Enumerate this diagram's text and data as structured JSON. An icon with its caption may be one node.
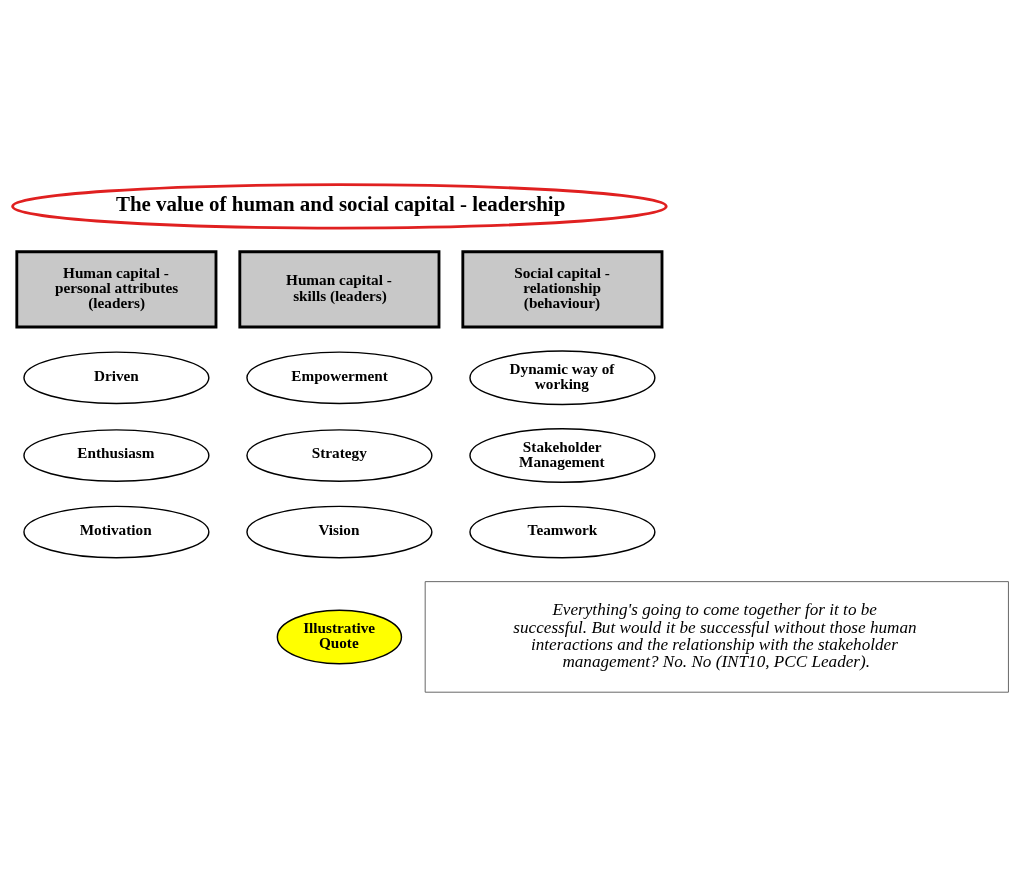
{
  "diagram": {
    "nodes": [
      {
        "text": [
          "The value of human and social capital - leadership"
        ]
      },
      {
        "text": [
          "Human capital - personal attributes (leaders)"
        ]
      },
      {
        "text": [
          "Human capital - skills (leaders)"
        ]
      },
      {
        "text": [
          "Social capital - relationship (behaviour)"
        ]
      },
      {
        "text": [
          "Driven"
        ]
      },
      {
        "text": [
          "Empowerment"
        ]
      },
      {
        "text": [
          "Dynamic way of working"
        ]
      },
      {
        "text": [
          "Enthusiasm"
        ]
      },
      {
        "text": [
          "Strategy"
        ]
      },
      {
        "text": [
          "Stakeholder Management"
        ]
      },
      {
        "text": [
          "Motivation"
        ]
      },
      {
        "text": [
          "Vision"
        ]
      },
      {
        "text": [
          "Teamwork"
        ]
      },
      {
        "text": [
          "Illustrative Quote"
        ]
      },
      {
        "text": [
          "Everything's going to come together for it to be successful. But would it be successful without those human interactions and the relationship with the stakeholder management? No. No (INT10, PCC Leader)."
        ]
      }
    ]
  }
}
